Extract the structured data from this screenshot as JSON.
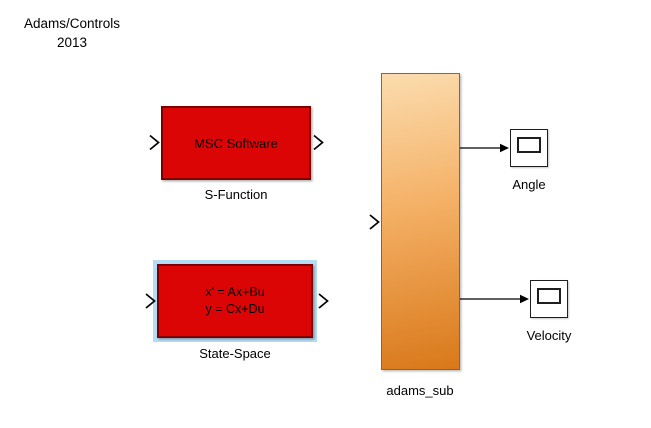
{
  "annotation": {
    "line1": "Adams/Controls",
    "line2": "2013"
  },
  "s_function": {
    "body_text": "MSC Software",
    "label": "S-Function"
  },
  "state_space": {
    "body_line1": "x' = Ax+Bu",
    "body_line2": "y = Cx+Du",
    "label": "State-Space"
  },
  "adams_sub": {
    "label": "adams_sub"
  },
  "scopes": {
    "angle": {
      "label": "Angle"
    },
    "velocity": {
      "label": "Velocity"
    }
  },
  "icons": {
    "input_port": "chevron-right",
    "output_port": "chevron-right",
    "arrowhead": "filled-right-triangle",
    "scope_screen": "oscilloscope-screen"
  },
  "colors": {
    "canvas_bg": "#ffffff",
    "block_fill": "#dc0505",
    "block_border": "#7c0000",
    "selection_halo": "#b5dcf5",
    "subsystem_gradient_top": "#fbdcae",
    "subsystem_gradient_bottom": "#d9781a",
    "subsystem_border": "#a55f16",
    "signal_line": "#000000",
    "text": "#000000"
  }
}
